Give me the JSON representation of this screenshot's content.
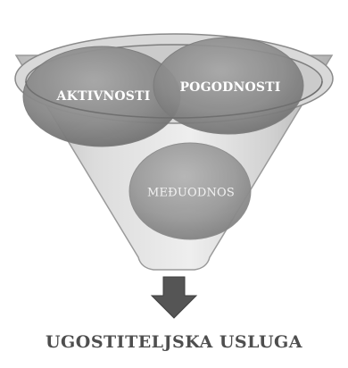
{
  "funnel": {
    "items": [
      {
        "label": "AKTIVNOSTI"
      },
      {
        "label": "POGODNOSTI"
      },
      {
        "label": "MEĐUODNOS"
      }
    ]
  },
  "result": {
    "label": "UGOSTITELJSKA USLUGA"
  },
  "colors": {
    "funnel_fill": "#cfcfcf",
    "ellipse_fill": "#8e8e8e",
    "arrow": "#555555",
    "caption": "#4e4e4e"
  }
}
